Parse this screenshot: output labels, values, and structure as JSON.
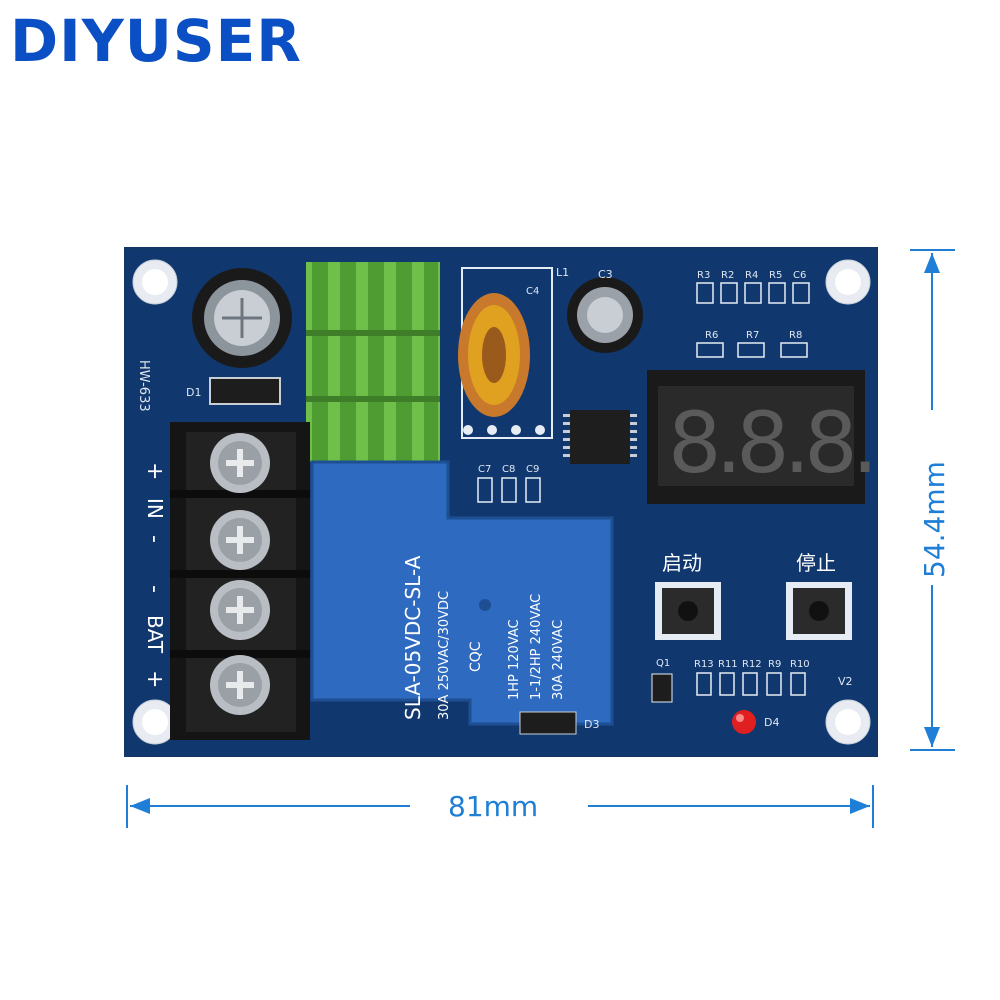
{
  "brand": {
    "name": "DIYUSER",
    "color": "#0b4fc4"
  },
  "board": {
    "model": "HW-633",
    "color": "#113a73",
    "silkscreen": {
      "plus_top": "+",
      "in": "IN",
      "minus_top": "-",
      "minus_bottom": "-",
      "bat": "BAT",
      "plus_bottom": "+",
      "d1": "D1",
      "l1": "L1",
      "c4": "C4",
      "c3": "C3",
      "c7": "C7",
      "c8": "C8",
      "c9": "C9",
      "r3": "R3",
      "r2": "R2",
      "r4": "R4",
      "r5": "R5",
      "c6": "C6",
      "r6": "R6",
      "r7": "R7",
      "r8": "R8",
      "q1": "Q1",
      "r13": "R13",
      "r11": "R11",
      "r12": "R12",
      "r9": "R9",
      "r10": "R10",
      "v2": "V2",
      "d3": "D3",
      "d4": "D4",
      "start": "启动",
      "stop": "停止"
    },
    "relay": {
      "model": "SLA-05VDC-SL-A",
      "line1": "30A 250VAC/30VDC",
      "line2": "1HP 120VAC",
      "line3": "1-1/2HP 240VAC",
      "line4": "30A 240VAC",
      "mark": "CQC",
      "color": "#2e6bc0"
    },
    "display": {
      "digits": "8.8.8.",
      "color": "#d11a1a"
    }
  },
  "dimensions": {
    "width": "81mm",
    "height": "54.4mm",
    "color": "#1f7fd6"
  }
}
